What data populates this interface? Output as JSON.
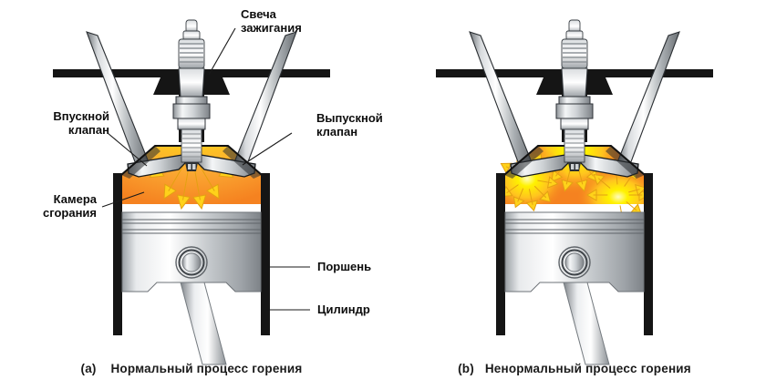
{
  "figure": {
    "title_present": false,
    "panels": [
      {
        "id": "a",
        "caption_index": "(a)",
        "caption_text": "Нормальный процесс горения",
        "labels": [
          {
            "key": "spark_plug",
            "text": "Свеча\nзажигания",
            "align": "left"
          },
          {
            "key": "intake_valve",
            "text": "Впускной\nклапан",
            "align": "right"
          },
          {
            "key": "exhaust_valve",
            "text": "Выпускной\nклапан",
            "align": "left"
          },
          {
            "key": "combustion_chamber",
            "text": "Камера\nсгорания",
            "align": "right"
          },
          {
            "key": "piston",
            "text": "Поршень",
            "align": "left"
          },
          {
            "key": "cylinder",
            "text": "Цилиндр",
            "align": "left"
          }
        ],
        "flame_fronts": 1
      },
      {
        "id": "b",
        "caption_index": "(b)",
        "caption_text": "Ненормальный процесс горения",
        "labels": [],
        "flame_fronts": 3
      }
    ]
  },
  "colors": {
    "flame_core": "#FFF200",
    "flame_mid": "#FFC41F",
    "gas_orange": "#F58220",
    "arrow_yellow": "#FFD21A",
    "arrow_stroke": "#E8A317",
    "metal_light": "#FFFFFF",
    "metal_mid": "#C9CCCF",
    "metal_dark": "#8A8F94",
    "outline": "#111111",
    "label_text": "#0D0D0D",
    "leader": "#1A1A1A",
    "background": "#FFFFFF"
  }
}
